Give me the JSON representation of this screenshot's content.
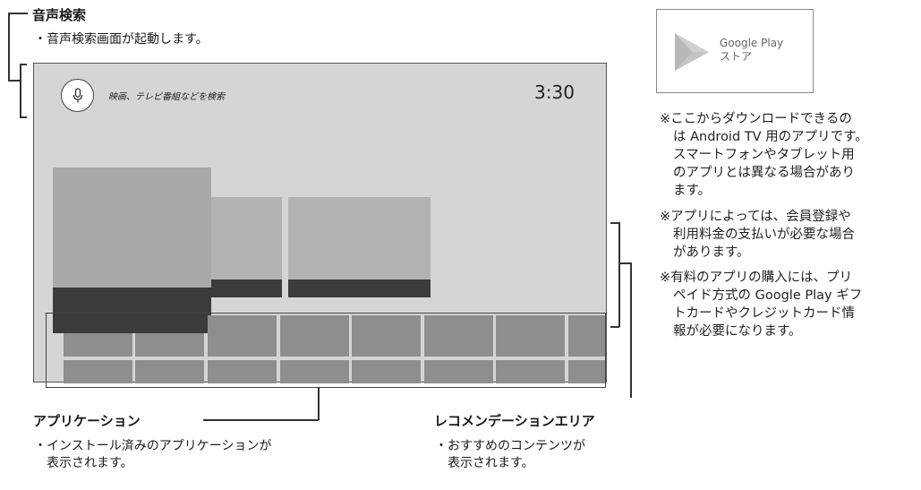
{
  "voice_search": {
    "heading": "音声検索",
    "bullet": "・",
    "desc": "音声検索画面が起動します。"
  },
  "screen": {
    "mic_icon": "microphone-icon",
    "search_placeholder": "映画、テレビ番組などを検索",
    "clock": "3:30"
  },
  "applications": {
    "heading": "アプリケーション",
    "bullet": "・",
    "desc_lines": [
      "インストール済みのアプリケーションが",
      "表示されます。"
    ]
  },
  "recommendations": {
    "heading": "レコメンデーションエリア",
    "bullet": "・",
    "desc_lines": [
      "おすすめのコンテンツが",
      "表示されます。"
    ]
  },
  "google_play": {
    "logo_icon": "play-triangle-icon",
    "line1": "Google Play",
    "line2": "ストア"
  },
  "notes": [
    {
      "mark": "※",
      "lines": [
        "ここからダウンロードできるの",
        "は Android TV 用のアプリです。",
        "スマートフォンやタブレット用",
        "のアプリとは異なる場合があり",
        "ます。"
      ]
    },
    {
      "mark": "※",
      "lines": [
        "アプリによっては、会員登録や",
        "利用料金の支払いが必要な場合",
        "があります。"
      ]
    },
    {
      "mark": "※",
      "lines": [
        "有料のアプリの購入には、プリ",
        "ペイド方式の Google Play ギフ",
        "トカードやクレジットカード情",
        "報が必要になります。"
      ]
    }
  ]
}
